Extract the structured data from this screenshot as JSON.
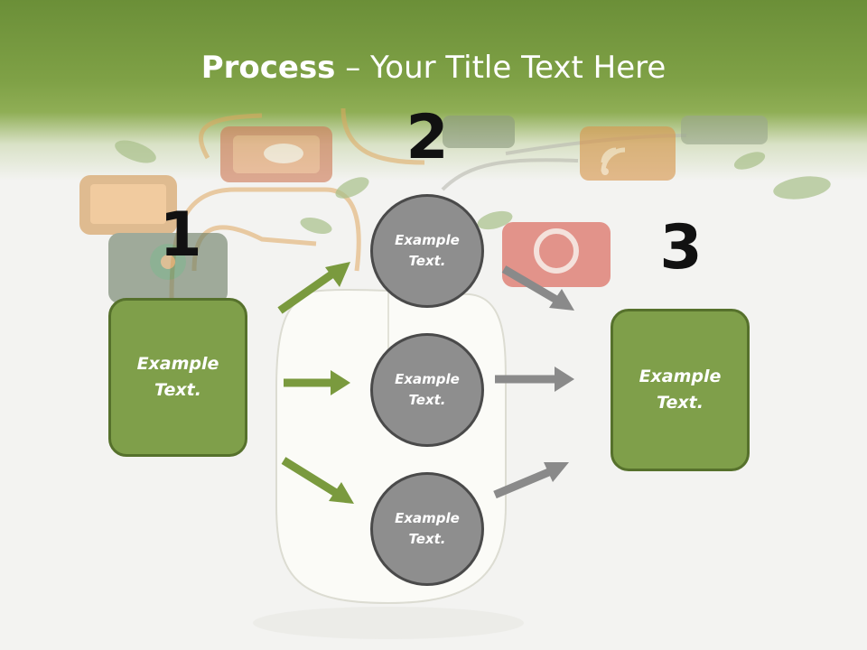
{
  "title": {
    "bold": "Process",
    "rest": " – Your Title Text Here"
  },
  "steps": {
    "one": {
      "number": "1",
      "text": [
        "Example",
        "Text."
      ]
    },
    "two": {
      "number": "2",
      "circles": [
        {
          "text": [
            "Example",
            "Text."
          ]
        },
        {
          "text": [
            "Example",
            "Text."
          ]
        },
        {
          "text": [
            "Example",
            "Text."
          ]
        }
      ]
    },
    "three": {
      "number": "3",
      "text": [
        "Example",
        "Text."
      ]
    }
  },
  "colors": {
    "green": "#7f9f4a",
    "green_dark": "#56712c",
    "grey": "#8e8e8e",
    "grey_arrow": "#8a8a8a",
    "green_arrow": "#7a9a3e"
  }
}
